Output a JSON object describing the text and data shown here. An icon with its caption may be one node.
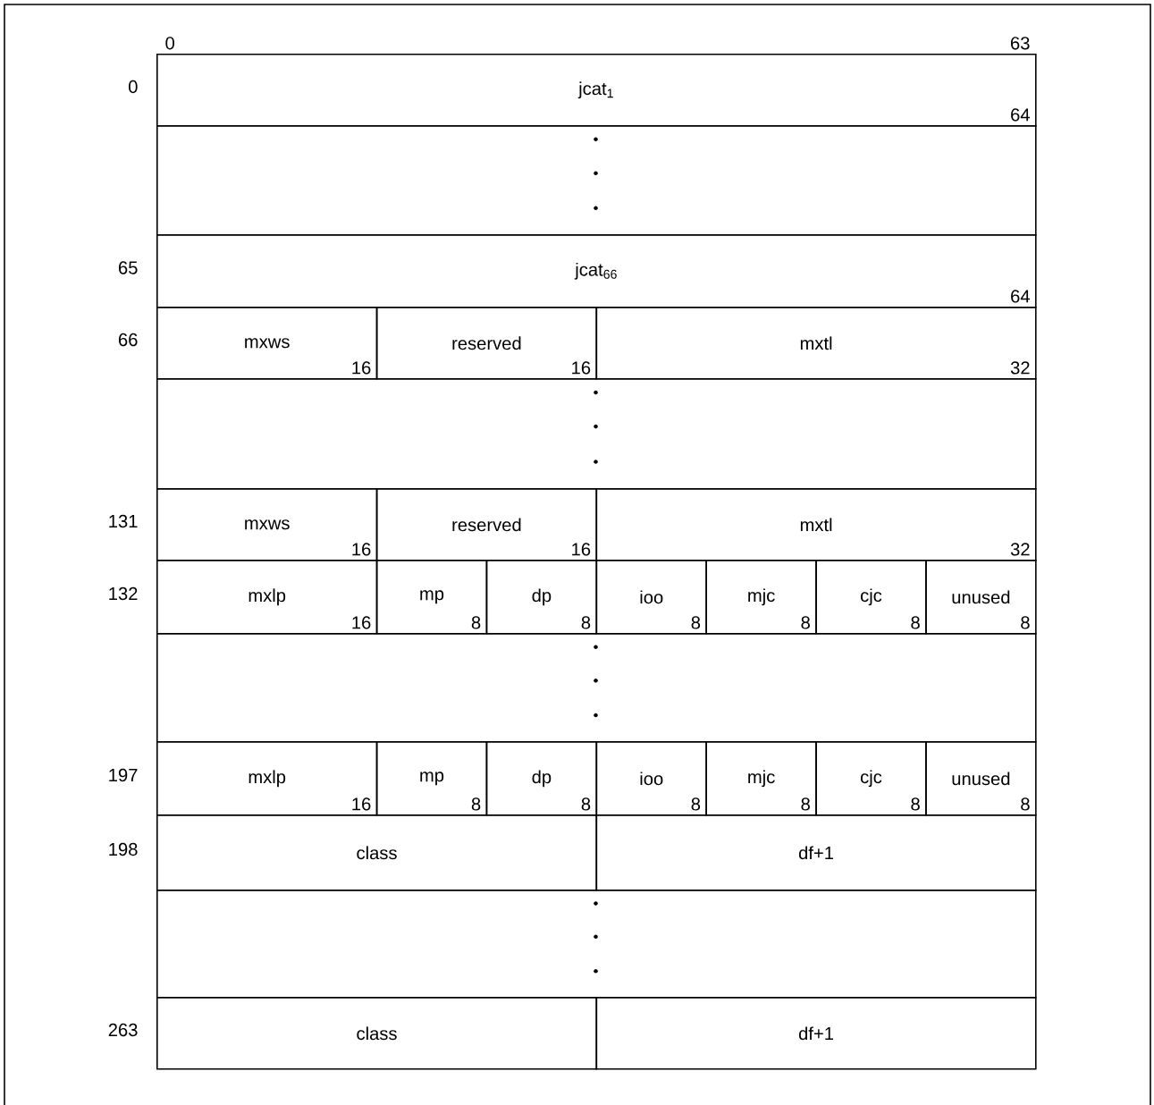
{
  "diagram": {
    "nodes": [
      {
        "text": [
          "jcat$_{1}$",
          "64"
        ]
      },
      {
        "text": [],
        "shape": "box"
      },
      {
        "text": [
          "jcat$_{66}$",
          "64"
        ]
      },
      {
        "text": [
          "mxws",
          "16"
        ]
      },
      {
        "text": [
          "reserved",
          "16"
        ]
      },
      {
        "text": [
          "mxtl",
          "32"
        ]
      },
      {
        "text": [],
        "shape": "box"
      },
      {
        "text": [
          "mxws",
          "16"
        ]
      },
      {
        "text": [
          "reserved",
          "16"
        ]
      },
      {
        "text": [
          "mxtl",
          "32"
        ]
      },
      {
        "text": [
          "mxlp",
          "16"
        ]
      },
      {
        "text": [
          "mp",
          "8"
        ]
      },
      {
        "text": [
          "dp",
          "8"
        ]
      },
      {
        "text": [
          "ioo",
          "8"
        ]
      },
      {
        "text": [
          "mjc",
          "8"
        ]
      },
      {
        "text": [
          "cjc",
          "8"
        ]
      },
      {
        "text": [
          "unused",
          "8"
        ]
      },
      {
        "text": [],
        "shape": "box"
      },
      {
        "text": [
          "mxlp",
          "16"
        ]
      },
      {
        "text": [
          "mp",
          "8"
        ]
      },
      {
        "text": [
          "dp",
          "8"
        ]
      },
      {
        "text": [
          "ioo",
          "8"
        ]
      },
      {
        "text": [
          "mjc",
          "8"
        ]
      },
      {
        "text": [
          "cjc",
          "8"
        ]
      },
      {
        "text": [
          "unused",
          "8"
        ]
      },
      {
        "text": [
          "class"
        ]
      },
      {
        "text": [
          "df+1"
        ]
      },
      {
        "text": [],
        "shape": "box"
      },
      {
        "text": [
          "class"
        ]
      },
      {
        "text": [
          "df+1"
        ]
      }
    ],
    "labels": [
      "0",
      "63",
      "0",
      "65",
      "66",
      "131",
      "132",
      "197",
      "198",
      "263"
    ]
  }
}
